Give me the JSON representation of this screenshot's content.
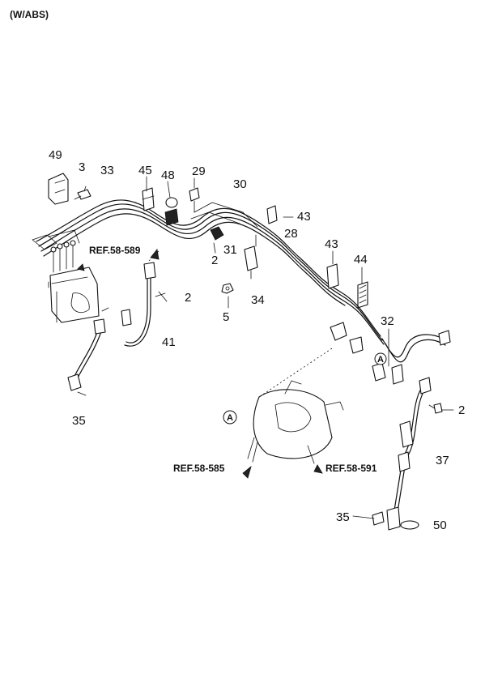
{
  "header": {
    "label": "(W/ABS)"
  },
  "callouts": {
    "c49": "49",
    "c3": "3",
    "c33": "33",
    "c45": "45",
    "c48": "48",
    "c29": "29",
    "c30": "30",
    "c43a": "43",
    "c28": "28",
    "c2a": "2",
    "c31": "31",
    "c43b": "43",
    "c44": "44",
    "c2b": "2",
    "c5": "5",
    "c34": "34",
    "c41": "41",
    "c32": "32",
    "c35a": "35",
    "c2c": "2",
    "c37": "37",
    "c35b": "35",
    "c50": "50"
  },
  "references": {
    "ref1": "REF.58-589",
    "ref2": "REF.58-585",
    "ref3": "REF.58-591"
  },
  "detail_markers": {
    "a1": "A",
    "a2": "A"
  }
}
